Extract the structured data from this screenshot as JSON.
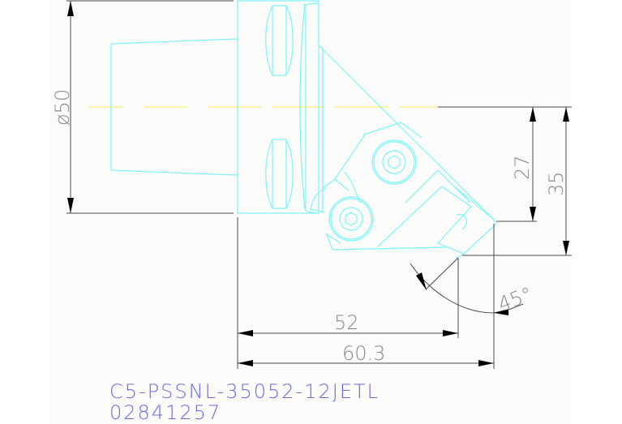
{
  "drawing": {
    "part_number": "C5-PSSNL-35052-12JETL",
    "article_number": "02841257",
    "colors": {
      "outline": "#7ef3f3",
      "centerline": "#f4f07a",
      "dimension": "#4a4a4a",
      "dimension_text": "#8a8a8a",
      "caption": "#6a6ae6",
      "panel": "#fbfcfa"
    },
    "dimensions": {
      "diameter": "ø50",
      "height_27": "27",
      "height_35": "35",
      "length_52": "52",
      "length_60_3": "60.3",
      "angle": "45°"
    }
  }
}
